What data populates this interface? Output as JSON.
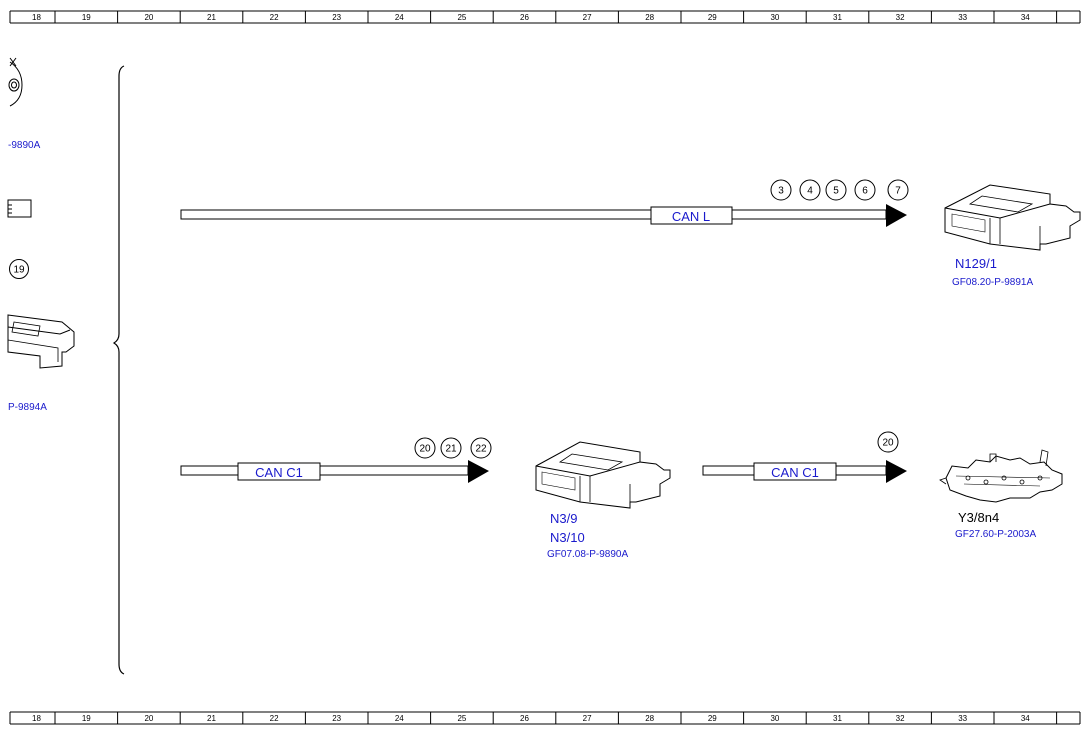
{
  "ruler": {
    "ticks": [
      "18",
      "19",
      "20",
      "21",
      "22",
      "23",
      "24",
      "25",
      "26",
      "27",
      "28",
      "29",
      "30",
      "31",
      "32",
      "33",
      "34"
    ]
  },
  "left_partial": {
    "ref_top": "-9890A",
    "circle": "19",
    "ref_bottom": "P-9894A"
  },
  "bus_can_l": {
    "label": "CAN L",
    "circles": [
      "3",
      "4",
      "5",
      "6",
      "7"
    ]
  },
  "bus_can_c1_left": {
    "label": "CAN C1",
    "circles": [
      "20",
      "21",
      "22"
    ]
  },
  "bus_can_c1_right": {
    "label": "CAN C1",
    "circles": [
      "20"
    ]
  },
  "module_n129": {
    "id": "N129/1",
    "ref": "GF08.20-P-9891A"
  },
  "module_n3": {
    "id1": "N3/9",
    "id2": "N3/10",
    "ref": "GF07.08-P-9890A"
  },
  "module_y3": {
    "id": "Y3/8n4",
    "ref": "GF27.60-P-2003A"
  },
  "colors": {
    "label_blue": "#1a1acc",
    "line": "#000000"
  }
}
